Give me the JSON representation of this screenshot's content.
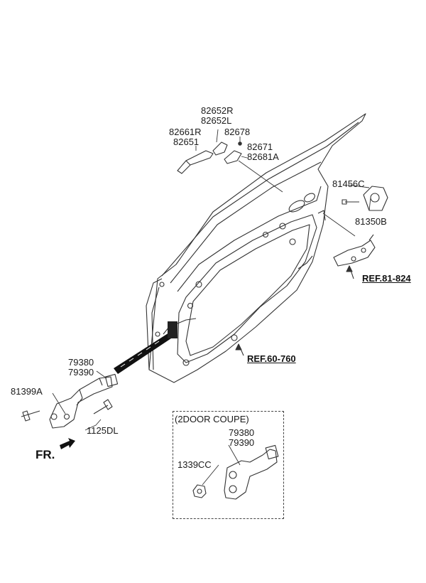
{
  "diagram": {
    "labels": {
      "l_82652R": "82652R",
      "l_82652L": "82652L",
      "l_82661R": "82661R",
      "l_82678": "82678",
      "l_82651": "82651",
      "l_82671": "82671",
      "l_82681A": "82681A",
      "l_81456C": "81456C",
      "l_81350B": "81350B",
      "l_79380": "79380",
      "l_79390": "79390",
      "l_81399A": "81399A",
      "l_1125DL": "1125DL",
      "l_inset_79380": "79380",
      "l_inset_79390": "79390",
      "l_1339CC": "1339CC"
    },
    "refs": {
      "ref_81_824": "REF.81-824",
      "ref_60_760": "REF.60-760"
    },
    "inset_title": "(2DOOR COUPE)",
    "direction_label": "FR."
  }
}
